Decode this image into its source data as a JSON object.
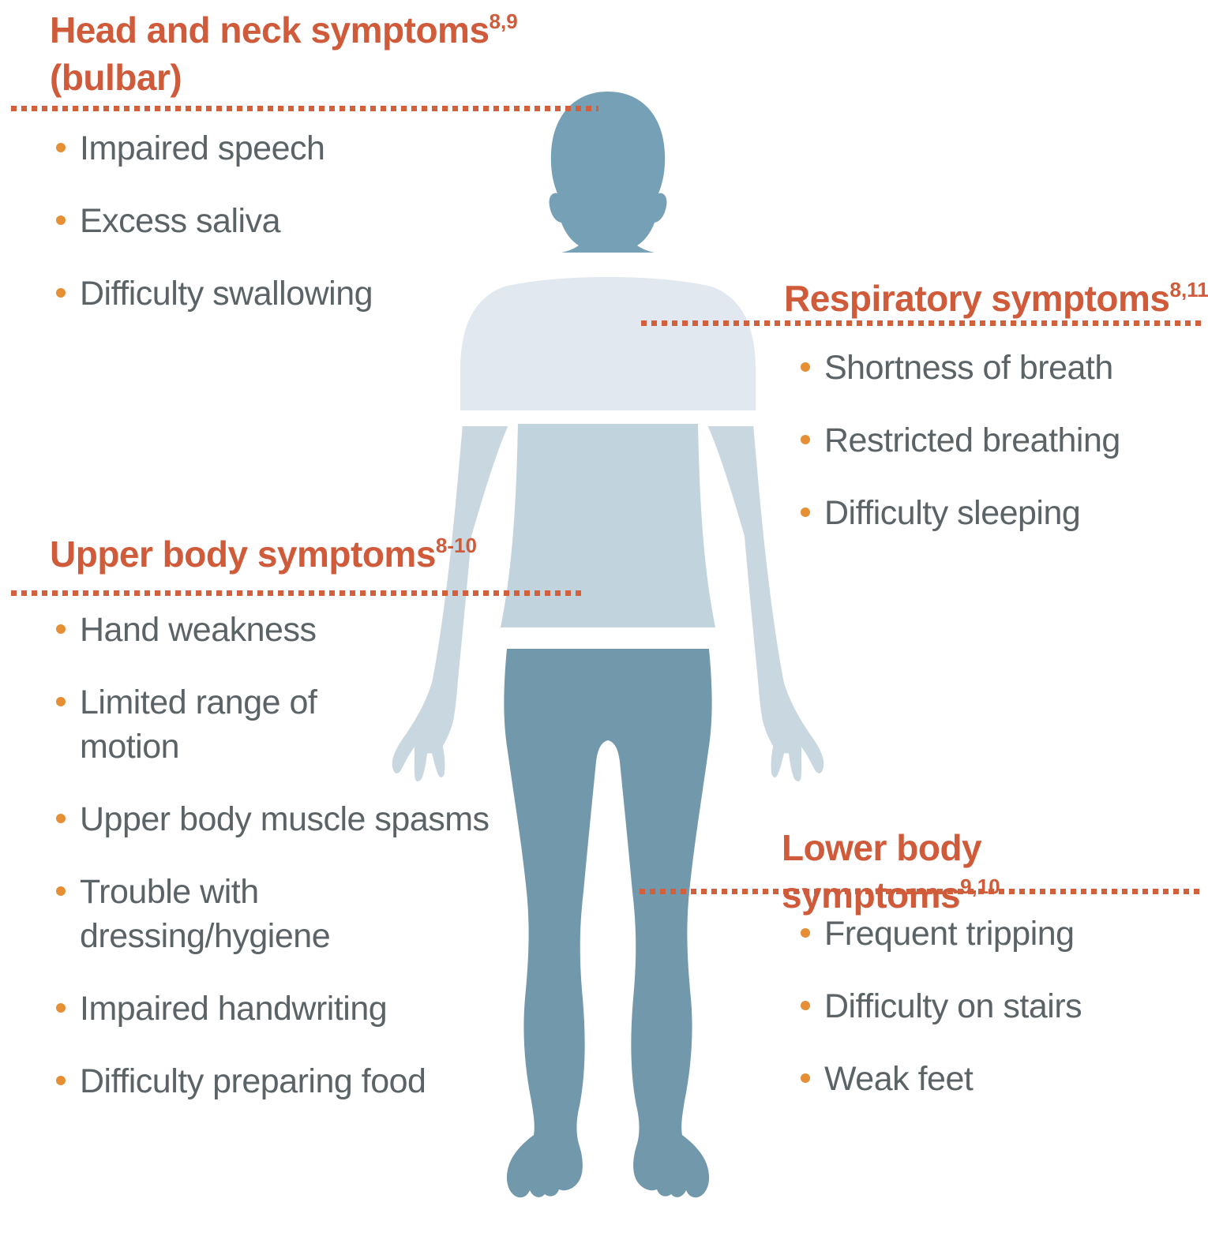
{
  "colors": {
    "background": "#ffffff",
    "heading": "#cf5b3b",
    "divider": "#d2603d",
    "bullet": "#e68f35",
    "text": "#5b6367"
  },
  "figure": {
    "head_neck_color": "#75a0b5",
    "chest_color": "#e1e8f0",
    "torso_color": "#c1d3dc",
    "arm_color": "#c9d8e0",
    "lower_body_color": "#7298ac"
  },
  "sections": [
    {
      "id": "head_neck",
      "title": "Head and neck symptoms",
      "superscript": "8,9",
      "subtitle": "(bulbar)",
      "items": [
        "Impaired speech",
        "Excess saliva",
        "Difficulty swallowing"
      ]
    },
    {
      "id": "respiratory",
      "title": "Respiratory symptoms",
      "superscript": "8,11",
      "subtitle": "",
      "items": [
        "Shortness of breath",
        "Restricted breathing",
        "Difficulty sleeping"
      ]
    },
    {
      "id": "upper_body",
      "title": "Upper body symptoms",
      "superscript": "8-10",
      "subtitle": "",
      "items": [
        "Hand weakness",
        "Limited range of\nmotion",
        "Upper body muscle spasms",
        "Trouble with\ndressing/hygiene",
        "Impaired handwriting",
        "Difficulty preparing food"
      ]
    },
    {
      "id": "lower_body",
      "title": "Lower body symptoms",
      "superscript": "9,10",
      "subtitle": "",
      "items": [
        "Frequent tripping",
        "Difficulty on stairs",
        "Weak feet"
      ]
    }
  ]
}
